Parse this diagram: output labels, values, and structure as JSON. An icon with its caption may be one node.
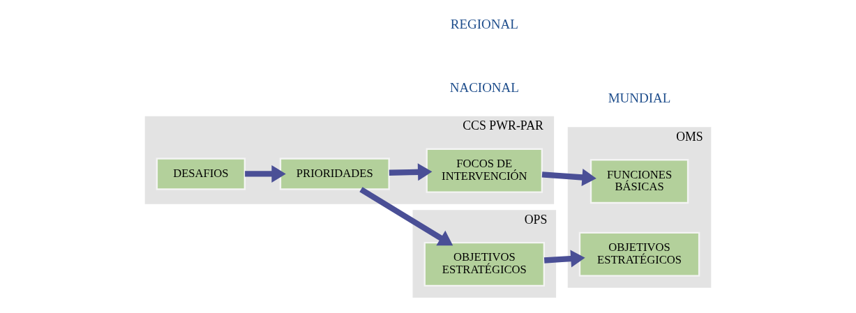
{
  "diagram": {
    "nodes": [
      {
        "text": [
          "CCS PWR-PAR"
        ]
      },
      {
        "text": [
          "DESAFIOS"
        ],
        "in": 0
      },
      {
        "text": [
          "PRIORIDADES"
        ],
        "in": 0
      },
      {
        "text": [
          "FOCOS DE INTERVENCIÓN"
        ],
        "in": 0
      },
      {
        "text": [
          "OPS"
        ]
      },
      {
        "text": [
          "OBJETIVOS ESTRATÉGICOS"
        ],
        "in": 4
      },
      {
        "text": [
          "OMS"
        ]
      },
      {
        "text": [
          "OBJETIVOS ESTRATÉGICOS"
        ],
        "in": 6
      },
      {
        "text": [
          "FUNCIONES BÁSICAS"
        ],
        "in": 6
      }
    ],
    "edges": [
      {
        "from": 1,
        "to": 2,
        "arrow": "to"
      },
      {
        "from": 2,
        "to": 5,
        "arrow": "to"
      },
      {
        "from": 2,
        "to": 3,
        "arrow": "to"
      },
      {
        "from": 5,
        "to": 7,
        "arrow": "to"
      },
      {
        "from": 3,
        "to": 8,
        "arrow": "to"
      }
    ],
    "labels": [
      "NACIONAL",
      "REGIONAL",
      "MUNDIAL"
    ]
  }
}
